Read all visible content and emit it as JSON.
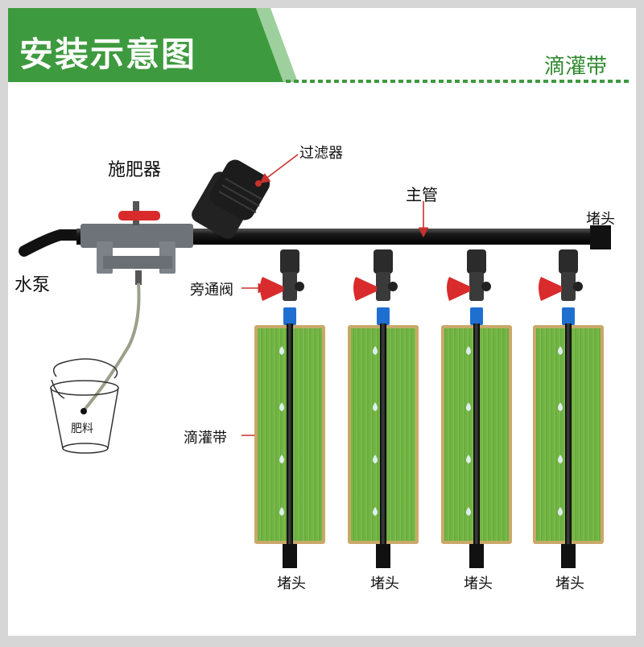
{
  "header": {
    "title": "安装示意图",
    "subtitle": "滴灌带"
  },
  "labels": {
    "fertilizer_applicator": "施肥器",
    "filter": "过滤器",
    "main_pipe": "主管",
    "end_plug_main": "堵头",
    "water_pump": "水泵",
    "bypass_valve": "旁通阀",
    "drip_tape": "滴灌带",
    "bucket": "肥料",
    "end_plugs": [
      "堵头",
      "堵头",
      "堵头",
      "堵头"
    ]
  },
  "colors": {
    "header_green": "#3e9a3e",
    "accent_green": "#4aa84a",
    "pipe": "#1a1a1a",
    "valve_red": "#d92b2b",
    "connector_blue": "#1f6fd1",
    "arrow_red": "#c8312d",
    "bed_border": "#b79a63",
    "grass": "#6fae3c"
  }
}
